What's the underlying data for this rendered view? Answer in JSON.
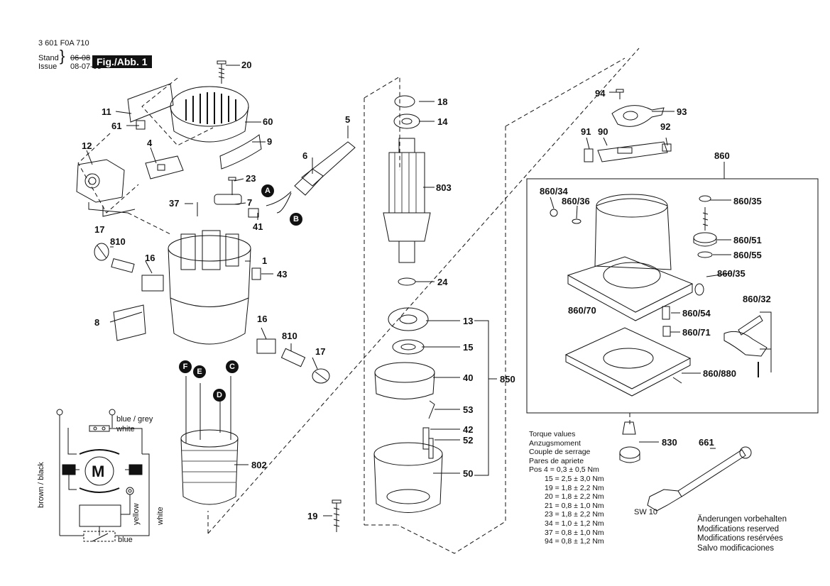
{
  "header": {
    "part_number": "3 601 F0A 710",
    "stand_label": "Stand",
    "stand_value": "06-08",
    "issue_label": "Issue",
    "issue_value": "08-07-05",
    "figure_label": "Fig./Abb. 1"
  },
  "callouts": {
    "c20": "20",
    "c11": "11",
    "c61": "61",
    "c60": "60",
    "c9": "9",
    "c12": "12",
    "c4": "4",
    "c5": "5",
    "c6": "6",
    "c23": "23",
    "c7": "7",
    "c37": "37",
    "c41": "41",
    "c17a": "17",
    "c810a": "810",
    "c16a": "16",
    "c1": "1",
    "c43": "43",
    "c8": "8",
    "c16b": "16",
    "c810b": "810",
    "c17b": "17",
    "c802": "802",
    "c18": "18",
    "c14": "14",
    "c803": "803",
    "c24": "24",
    "c13": "13",
    "c15": "15",
    "c40": "40",
    "c850": "850",
    "c53": "53",
    "c42": "42",
    "c52": "52",
    "c50": "50",
    "c19": "19",
    "c94": "94",
    "c93": "93",
    "c91": "91",
    "c90": "90",
    "c92": "92",
    "c860": "860",
    "c860_34": "860/34",
    "c860_36": "860/36",
    "c860_35a": "860/35",
    "c860_51": "860/51",
    "c860_55": "860/55",
    "c860_35b": "860/35",
    "c860_32": "860/32",
    "c860_70": "860/70",
    "c860_54": "860/54",
    "c860_71": "860/71",
    "c860_880": "860/880",
    "c830": "830",
    "c661": "661"
  },
  "connectors": {
    "a": "A",
    "b": "B",
    "c": "C",
    "d": "D",
    "e": "E",
    "f": "F"
  },
  "wiring": {
    "blue_grey": "blue / grey",
    "white_top": "white",
    "motor": "M",
    "brown_black": "brown / black",
    "yellow": "yellow",
    "white_side": "white",
    "blue": "blue"
  },
  "wrench_label": "SW 10",
  "torque": {
    "lines": [
      "Torque values",
      "Anzugsmoment",
      "Couple de serrage",
      "Pares de apriete",
      "Pos  4  = 0,3 ± 0,5 Nm",
      "15  = 2,5 ± 3,0 Nm",
      "19  = 1,8 ± 2,2 Nm",
      "20  = 1,8 ± 2,2 Nm",
      "21  = 0,8 ± 1,0 Nm",
      "23  = 1,8 ± 2,2 Nm",
      "34  = 1,0 ± 1,2 Nm",
      "37  = 0,8 ± 1,0 Nm",
      "94  = 0,8 ± 1,2 Nm"
    ]
  },
  "modifications": [
    "Änderungen vorbehalten",
    "Modifications reserved",
    "Modifications resérvées",
    "Salvo modificaciones"
  ]
}
